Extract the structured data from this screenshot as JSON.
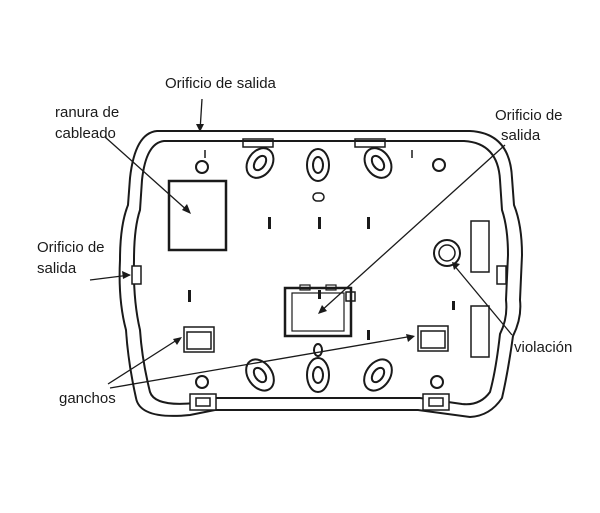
{
  "labels": {
    "exit_hole_top": "Orificio de salida",
    "wiring_slot_line1": "ranura de",
    "wiring_slot_line2": "cableado",
    "exit_hole_right_line1": "Orificio de",
    "exit_hole_right_line2": "salida",
    "exit_hole_left_line1": "Orificio de",
    "exit_hole_left_line2": "salida",
    "tamper": "violación",
    "hooks": "ganchos"
  },
  "colors": {
    "line": "#1a1a1a",
    "fill": "#ffffff"
  }
}
